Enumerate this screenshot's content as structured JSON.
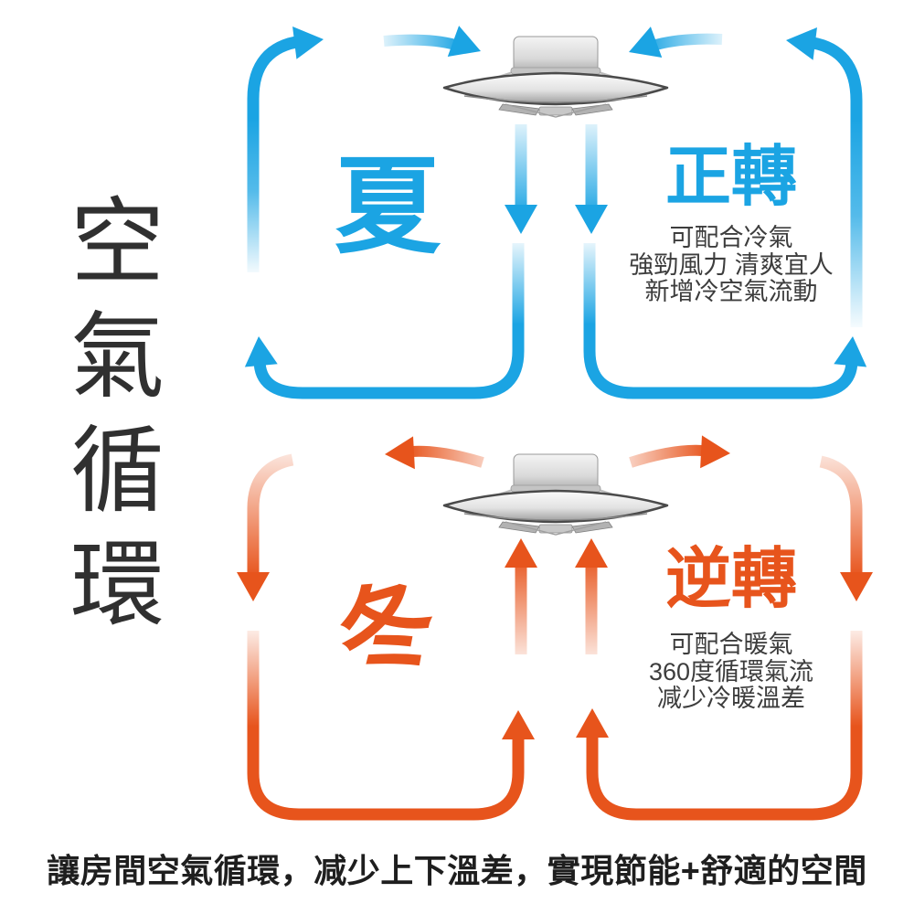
{
  "title_vertical": "空氣循環",
  "summer": {
    "season": "夏",
    "mode": "正轉",
    "desc": [
      "可配合冷氣",
      "強勁風力 清爽宜人",
      "新增冷空氣流動"
    ],
    "accent_color": "#1ba4e3"
  },
  "winter": {
    "season": "冬",
    "mode": "逆轉",
    "desc": [
      "可配合暖氣",
      "360度循環氣流",
      "减少冷暖溫差"
    ],
    "accent_color": "#e7541c"
  },
  "footer_caption": "讓房間空氣循環，减少上下溫差，實現節能+舒適的空間",
  "colors": {
    "summer_blue": "#1ba4e3",
    "winter_orange": "#e7541c",
    "body_text": "#3d3d3d",
    "heading_text": "#303030",
    "background": "#ffffff"
  },
  "icons": {
    "fan": "ceiling-fan-side-view",
    "summer_arrows": "blue-air-circulation-arrows",
    "winter_arrows": "orange-air-circulation-arrows"
  }
}
